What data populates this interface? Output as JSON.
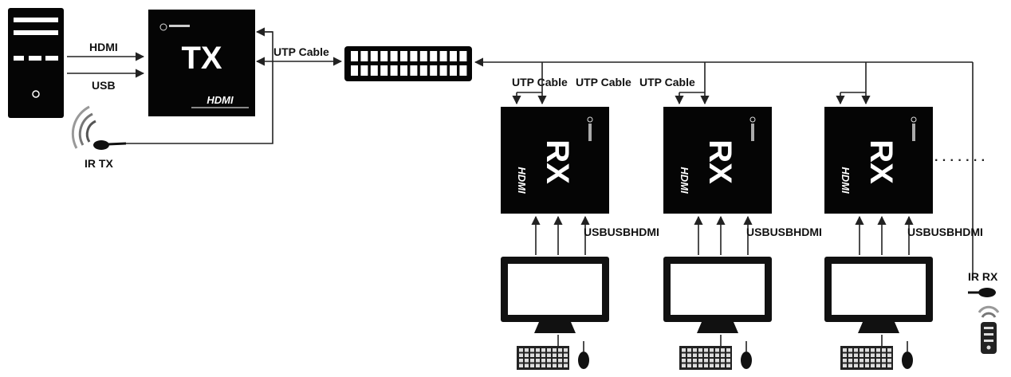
{
  "source": {
    "connection_labels": [
      "HDMI",
      "USB"
    ],
    "ir_label": "IR TX"
  },
  "transmitter": {
    "label": "TX",
    "brand_label": "HDMI"
  },
  "switch": {
    "cable_label": "UTP Cable"
  },
  "receivers": [
    {
      "label": "RX",
      "brand_label": "HDMI",
      "cable_label": "UTP Cable",
      "port_labels": [
        "USB",
        "USB",
        "HDMI"
      ]
    },
    {
      "label": "RX",
      "brand_label": "HDMI",
      "cable_label": "UTP Cable",
      "port_labels": [
        "USB",
        "USB",
        "HDMI"
      ]
    },
    {
      "label": "RX",
      "brand_label": "HDMI",
      "cable_label": "UTP Cable",
      "port_labels": [
        "USB",
        "USB",
        "HDMI"
      ]
    }
  ],
  "continuation": "· · · · · · ·",
  "ir_receiver": {
    "label": "IR RX"
  }
}
